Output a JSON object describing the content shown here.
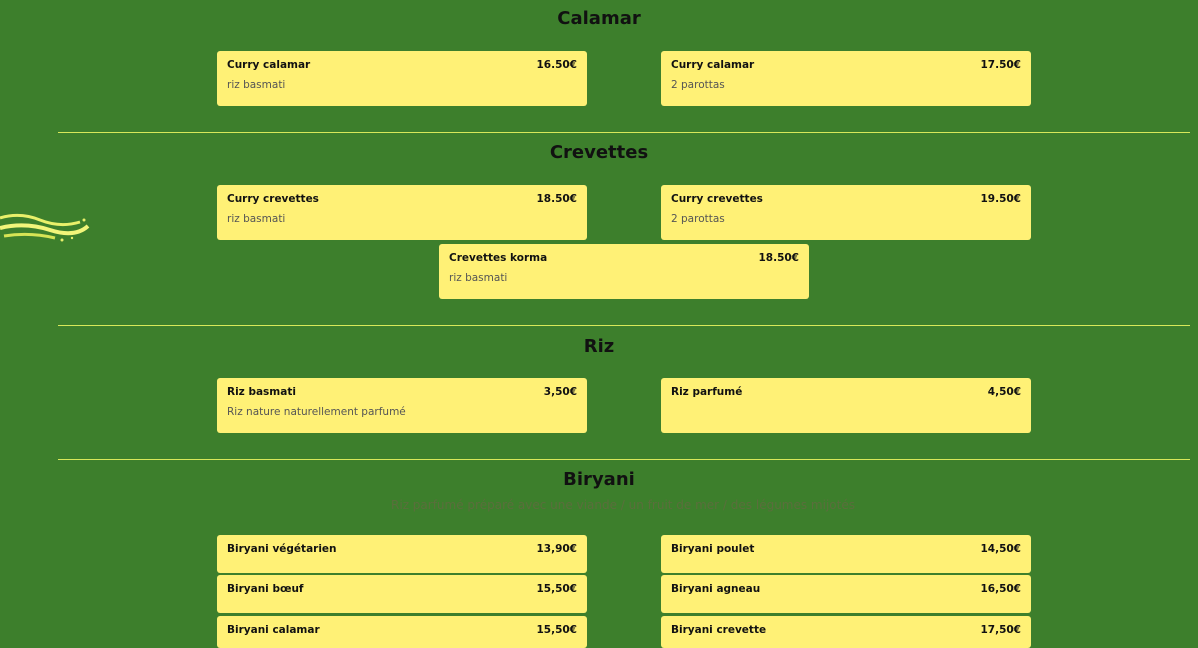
{
  "colors": {
    "background": "#3d7f2c",
    "card": "#fff176",
    "divider": "#d8e85a"
  },
  "decoration_icon": "yellow-swirl-decoration",
  "sections": {
    "calamar": {
      "title": "Calamar",
      "items": [
        {
          "name": "Curry calamar",
          "price": "16.50€",
          "desc": "riz basmati"
        },
        {
          "name": "Curry calamar",
          "price": "17.50€",
          "desc": "2 parottas"
        }
      ]
    },
    "crevettes": {
      "title": "Crevettes",
      "items": [
        {
          "name": "Curry crevettes",
          "price": "18.50€",
          "desc": "riz basmati"
        },
        {
          "name": "Curry crevettes",
          "price": "19.50€",
          "desc": "2 parottas"
        },
        {
          "name": "Crevettes korma",
          "price": "18.50€",
          "desc": "riz basmati"
        }
      ]
    },
    "riz": {
      "title": "Riz",
      "items": [
        {
          "name": "Riz basmati",
          "price": "3,50€",
          "desc": "Riz nature naturellement parfumé"
        },
        {
          "name": "Riz parfumé",
          "price": "4,50€",
          "desc": ""
        }
      ]
    },
    "biryani": {
      "title": "Biryani",
      "subtitle": "Riz parfumé préparé avec une viande / un fruit de mer / des légumes mijotés",
      "items": [
        {
          "name": "Biryani végétarien",
          "price": "13,90€"
        },
        {
          "name": "Biryani poulet",
          "price": "14,50€"
        },
        {
          "name": "Biryani bœuf",
          "price": "15,50€"
        },
        {
          "name": "Biryani agneau",
          "price": "16,50€"
        },
        {
          "name": "Biryani calamar",
          "price": "15,50€"
        },
        {
          "name": "Biryani crevette",
          "price": "17,50€"
        }
      ]
    }
  }
}
